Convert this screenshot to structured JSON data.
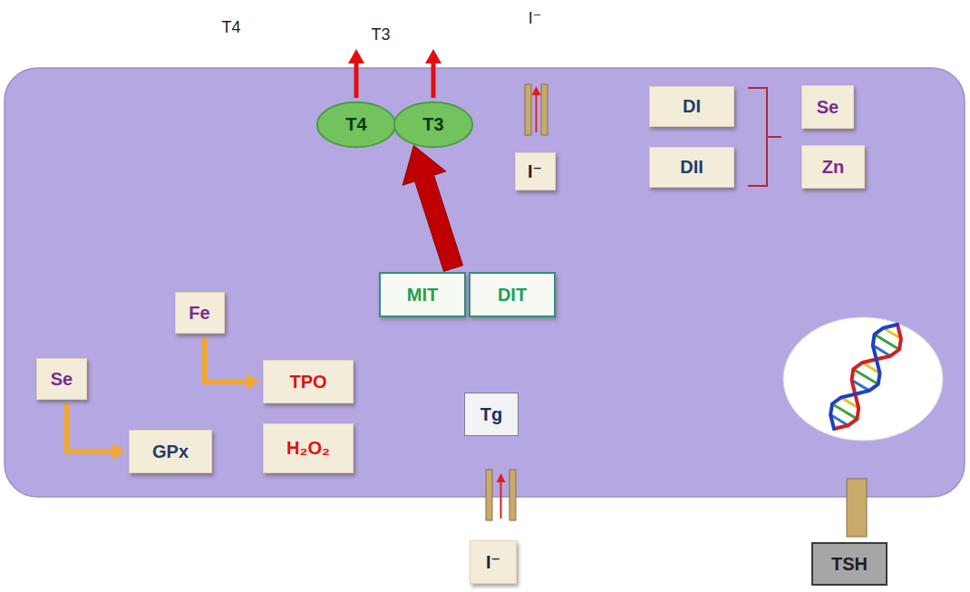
{
  "diagram": {
    "nodes": [
      {
        "text": [
          "T4"
        ]
      },
      {
        "text": [
          "T3"
        ]
      },
      {
        "text": [
          "I⁻"
        ]
      },
      {
        "text": [
          "DI"
        ]
      },
      {
        "text": [
          "DII"
        ]
      },
      {
        "text": [
          "Se"
        ]
      },
      {
        "text": [
          "Zn"
        ]
      },
      {
        "text": [
          "MIT"
        ]
      },
      {
        "text": [
          "DIT"
        ]
      },
      {
        "text": [
          "Fe"
        ]
      },
      {
        "text": [
          "TPO"
        ]
      },
      {
        "text": [
          "Se"
        ]
      },
      {
        "text": [
          "GPx"
        ]
      },
      {
        "text": [
          "H₂O₂"
        ]
      },
      {
        "text": [
          "Tg"
        ]
      },
      {
        "text": [
          "I⁻"
        ]
      },
      {
        "text": [
          "TSH"
        ]
      }
    ],
    "edges": [
      {
        "from": 9,
        "to": 10,
        "arrow": "to"
      },
      {
        "from": 11,
        "to": 12,
        "arrow": "to"
      },
      {
        "from": 7,
        "to": 1,
        "arrow": "to"
      }
    ],
    "labels": [
      "T4",
      "T3",
      "I⁻"
    ]
  }
}
